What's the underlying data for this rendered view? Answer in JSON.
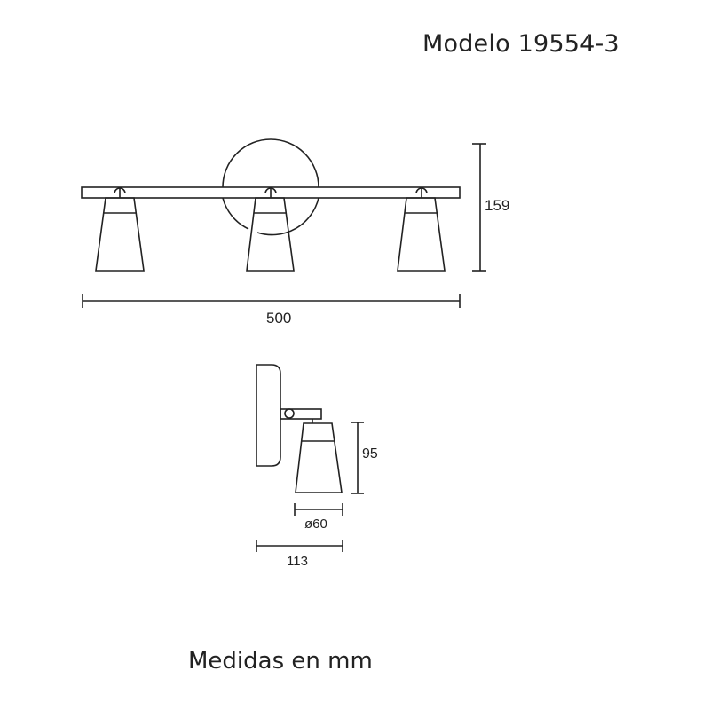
{
  "title": "Modelo 19554-3",
  "footer": "Medidas en mm",
  "dimensions": {
    "height_total": "159",
    "width_total": "500",
    "side_height": "95",
    "shade_diameter": "ø60",
    "side_depth": "113"
  },
  "colors": {
    "line": "#222222",
    "background": "#ffffff"
  }
}
